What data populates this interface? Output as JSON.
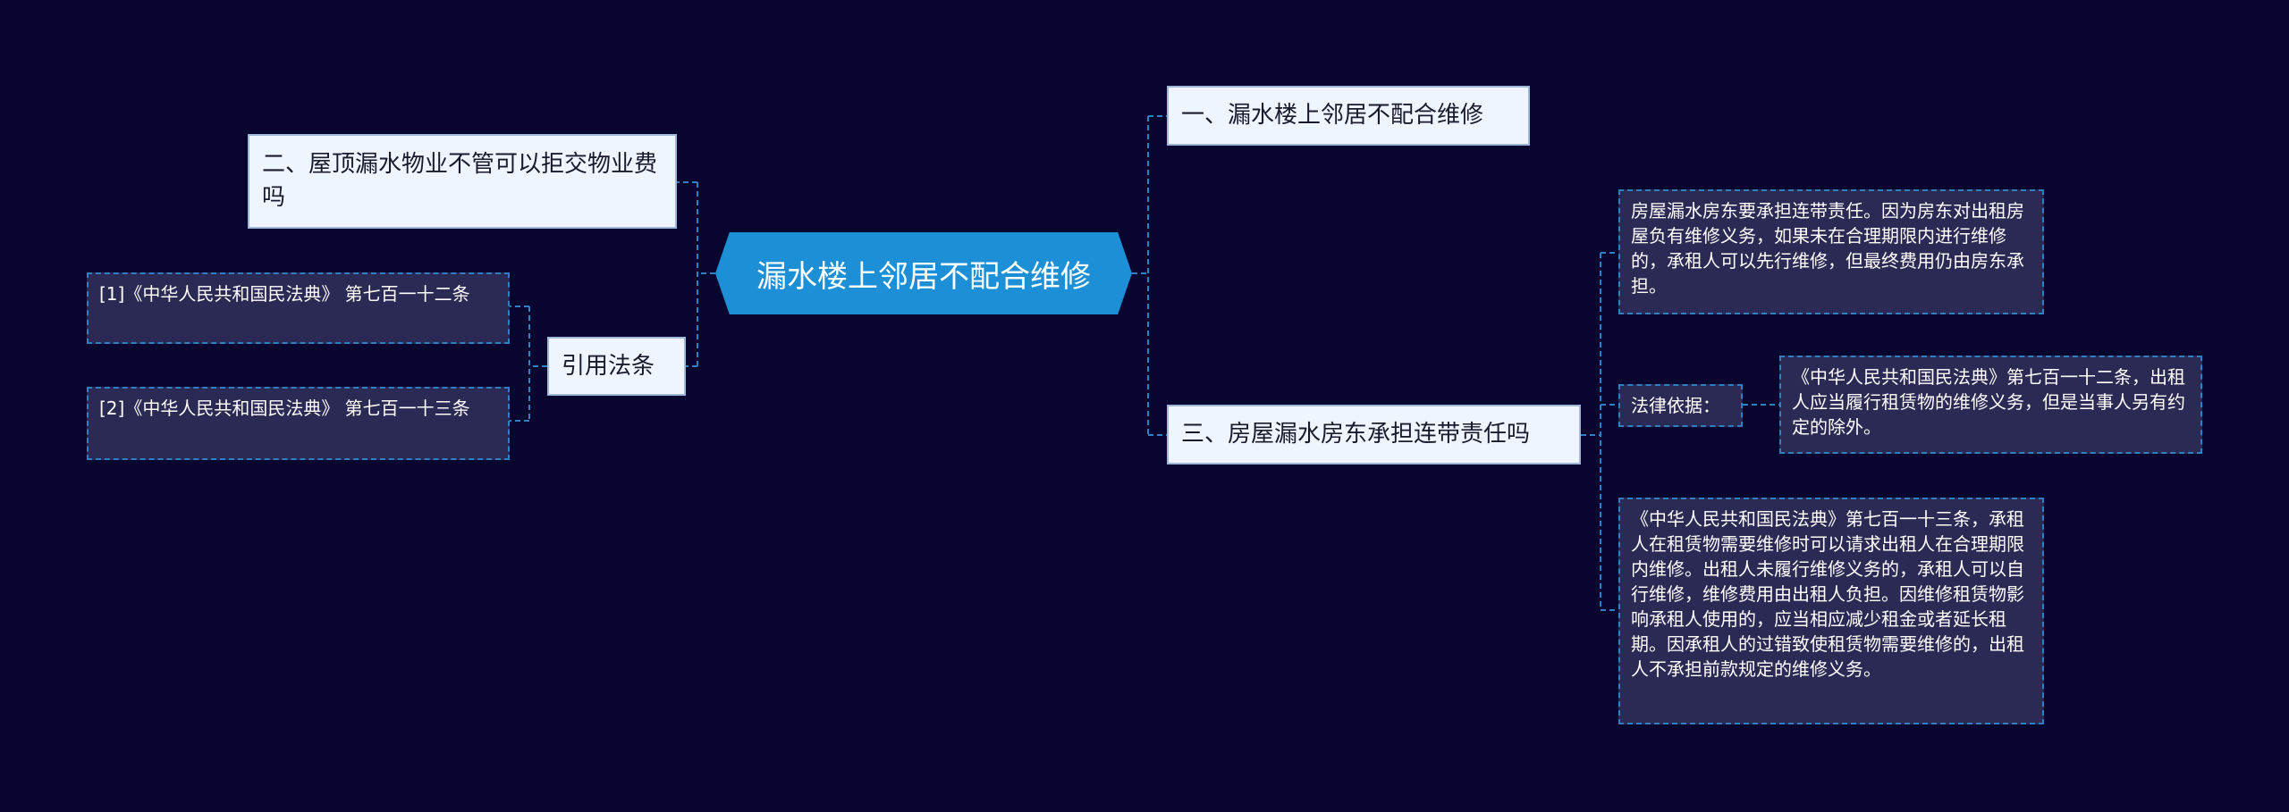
{
  "colors": {
    "background": "#08062e",
    "center": "#1c8fd6",
    "branch": "#eef5ff",
    "leaf": "#2b2a55",
    "connector": "#2e7fc4"
  },
  "center": {
    "label": "漏水楼上邻居不配合维修"
  },
  "right": {
    "branch1": {
      "label": "一、漏水楼上邻居不配合维修"
    },
    "branch3": {
      "label": "三、房屋漏水房东承担连带责任吗",
      "leaf_responsibility": "房屋漏水房东要承担连带责任。因为房东对出租房屋负有维修义务，如果未在合理期限内进行维修的，承租人可以先行维修，但最终费用仍由房东承担。",
      "legal_basis_label": "法律依据：",
      "legal_basis_text": "《中华人民共和国民法典》第七百一十二条，出租人应当履行租赁物的维修义务，但是当事人另有约定的除外。",
      "leaf_article713": "《中华人民共和国民法典》第七百一十三条，承租人在租赁物需要维修时可以请求出租人在合理期限内维修。出租人未履行维修义务的，承租人可以自行维修，维修费用由出租人负担。因维修租赁物影响承租人使用的，应当相应减少租金或者延长租期。因承租人的过错致使租赁物需要维修的，出租人不承担前款规定的维修义务。"
    }
  },
  "left": {
    "branch2": {
      "label": "二、屋顶漏水物业不管可以拒交物业费吗"
    },
    "citations": {
      "label": "引用法条",
      "items": [
        "[1]《中华人民共和国民法典》 第七百一十二条",
        "[2]《中华人民共和国民法典》 第七百一十三条"
      ]
    }
  }
}
